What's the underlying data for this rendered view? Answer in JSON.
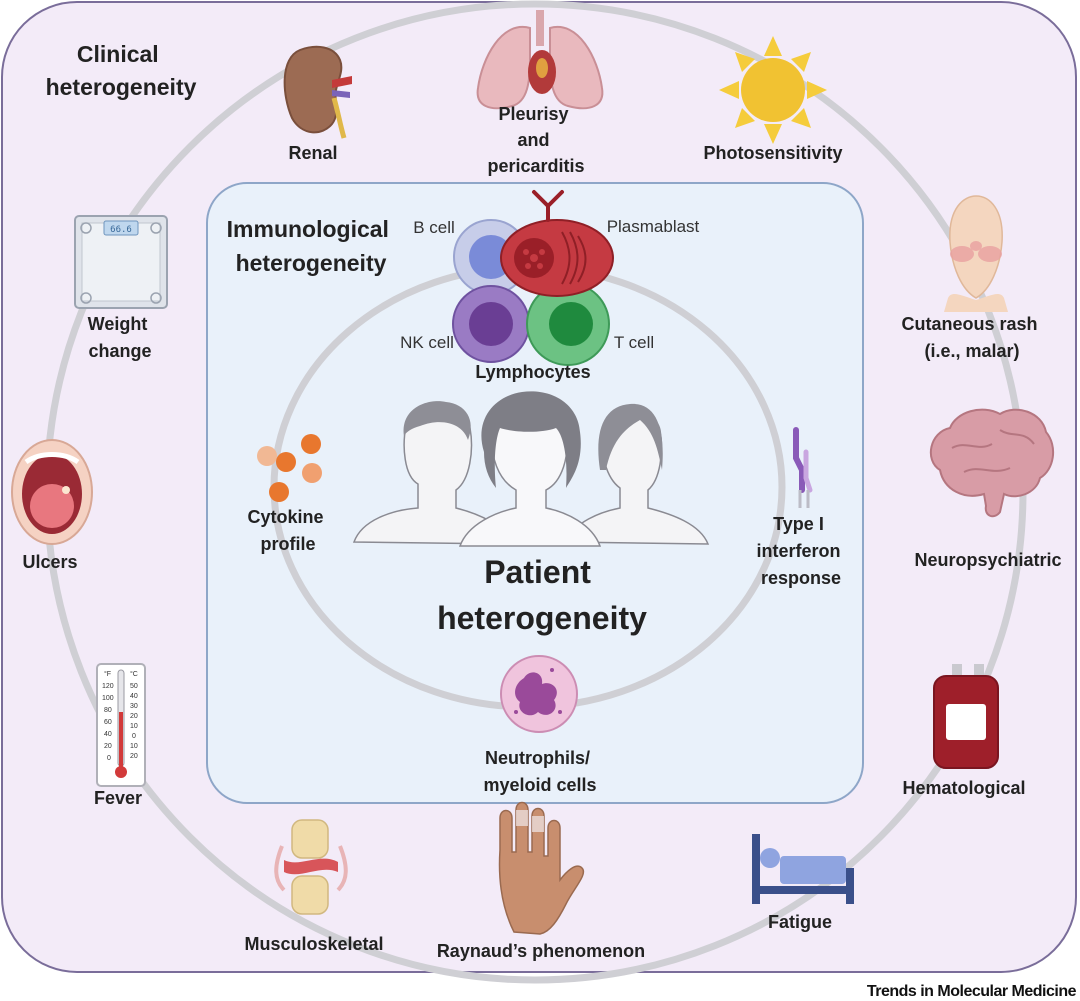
{
  "clinical": {
    "title": [
      "Clinical",
      "heterogeneity"
    ],
    "items": [
      {
        "id": "renal",
        "lines": [
          "Renal"
        ]
      },
      {
        "id": "pleurisy",
        "lines": [
          "Pleurisy",
          "and",
          "pericarditis"
        ]
      },
      {
        "id": "photosensitivity",
        "lines": [
          "Photosensitivity"
        ]
      },
      {
        "id": "rash",
        "lines": [
          "Cutaneous rash",
          "(i.e., malar)"
        ]
      },
      {
        "id": "neuro",
        "lines": [
          "Neuropsychiatric"
        ]
      },
      {
        "id": "hematological",
        "lines": [
          "Hematological"
        ]
      },
      {
        "id": "fatigue",
        "lines": [
          "Fatigue"
        ]
      },
      {
        "id": "raynaud",
        "lines": [
          "Raynaud’s phenomenon"
        ]
      },
      {
        "id": "musculoskeletal",
        "lines": [
          "Musculoskeletal"
        ]
      },
      {
        "id": "fever",
        "lines": [
          "Fever"
        ]
      },
      {
        "id": "ulcers",
        "lines": [
          "Ulcers"
        ]
      },
      {
        "id": "weight",
        "lines": [
          "Weight",
          "change"
        ]
      }
    ],
    "scale_display": "66.6",
    "thermometer": {
      "f_unit": "°F",
      "c_unit": "°C",
      "f_ticks": [
        "120",
        "100",
        "80",
        "60",
        "40",
        "20",
        "0"
      ],
      "c_ticks": [
        "50",
        "40",
        "30",
        "20",
        "10",
        "0",
        "10",
        "20"
      ]
    }
  },
  "immunological": {
    "title": [
      "Immunological",
      "heterogeneity"
    ],
    "cells": {
      "b_cell": "B cell",
      "plasmablast": "Plasmablast",
      "nk_cell": "NK cell",
      "t_cell": "T cell",
      "group": "Lymphocytes"
    },
    "cytokine": [
      "Cytokine",
      "profile"
    ],
    "interferon": [
      "Type I",
      "interferon",
      "response"
    ],
    "neutrophils": [
      "Neutrophils/",
      "myeloid cells"
    ]
  },
  "patient": {
    "title": [
      "Patient",
      "heterogeneity"
    ]
  },
  "credit": "Trends in Molecular Medicine",
  "colors": {
    "outer_panel": "#f3ebf8",
    "inner_panel": "#e9f1fa",
    "ring": "#cfcfd4",
    "b_cell": "#9aa8de",
    "plasmablast": "#b8333b",
    "nk_cell": "#7a58a8",
    "t_cell": "#3aa55c",
    "cytokine": "#e8772e",
    "neutrophil": "#e8b6d6"
  }
}
